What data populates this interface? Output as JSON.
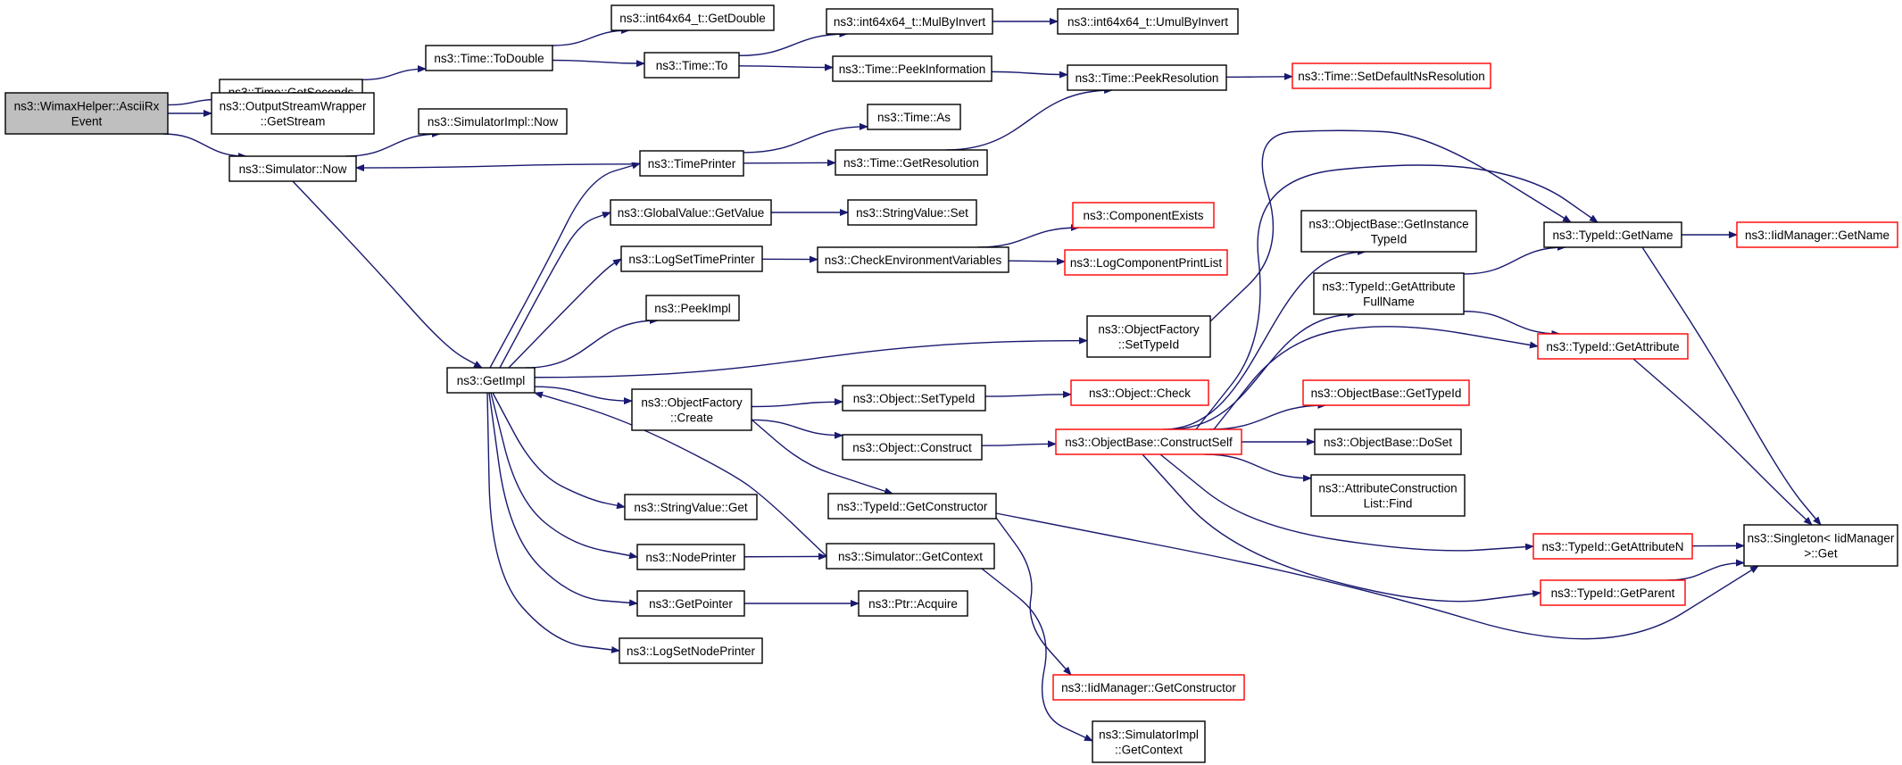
{
  "colors": {
    "edge": "#191970",
    "root_fill": "#bfbfbf",
    "node_fill": "#ffffff",
    "node_border": "#000000",
    "truncated_border": "#ff0000"
  },
  "nodes": [
    {
      "id": "root",
      "lines": [
        "ns3::WimaxHelper::AsciiRx",
        "Event"
      ],
      "style": "root"
    },
    {
      "id": "getseconds",
      "lines": [
        "ns3::Time::GetSeconds"
      ],
      "style": "normal"
    },
    {
      "id": "outputstream",
      "lines": [
        "ns3::OutputStreamWrapper",
        "::GetStream"
      ],
      "style": "normal"
    },
    {
      "id": "simnow",
      "lines": [
        "ns3::Simulator::Now"
      ],
      "style": "normal"
    },
    {
      "id": "todouble",
      "lines": [
        "ns3::Time::ToDouble"
      ],
      "style": "normal"
    },
    {
      "id": "simimplnow",
      "lines": [
        "ns3::SimulatorImpl::Now"
      ],
      "style": "normal"
    },
    {
      "id": "getdouble",
      "lines": [
        "ns3::int64x64_t::GetDouble"
      ],
      "style": "normal"
    },
    {
      "id": "timeto",
      "lines": [
        "ns3::Time::To"
      ],
      "style": "normal"
    },
    {
      "id": "mulbyinvert",
      "lines": [
        "ns3::int64x64_t::MulByInvert"
      ],
      "style": "normal"
    },
    {
      "id": "umulbyinvert",
      "lines": [
        "ns3::int64x64_t::UmulByInvert"
      ],
      "style": "normal"
    },
    {
      "id": "peekinformation",
      "lines": [
        "ns3::Time::PeekInformation"
      ],
      "style": "normal"
    },
    {
      "id": "peekresolution",
      "lines": [
        "ns3::Time::PeekResolution"
      ],
      "style": "normal"
    },
    {
      "id": "setdefaultns",
      "lines": [
        "ns3::Time::SetDefaultNsResolution"
      ],
      "style": "truncated"
    },
    {
      "id": "timeas",
      "lines": [
        "ns3::Time::As"
      ],
      "style": "normal"
    },
    {
      "id": "timeprinter",
      "lines": [
        "ns3::TimePrinter"
      ],
      "style": "normal"
    },
    {
      "id": "getresolution",
      "lines": [
        "ns3::Time::GetResolution"
      ],
      "style": "normal"
    },
    {
      "id": "gvgetvalue",
      "lines": [
        "ns3::GlobalValue::GetValue"
      ],
      "style": "normal"
    },
    {
      "id": "svset",
      "lines": [
        "ns3::StringValue::Set"
      ],
      "style": "normal"
    },
    {
      "id": "logsettimeprinter",
      "lines": [
        "ns3::LogSetTimePrinter"
      ],
      "style": "normal"
    },
    {
      "id": "checkenv",
      "lines": [
        "ns3::CheckEnvironmentVariables"
      ],
      "style": "normal"
    },
    {
      "id": "compexists",
      "lines": [
        "ns3::ComponentExists"
      ],
      "style": "truncated"
    },
    {
      "id": "logcompprint",
      "lines": [
        "ns3::LogComponentPrintList"
      ],
      "style": "truncated"
    },
    {
      "id": "peekimpl",
      "lines": [
        "ns3::PeekImpl"
      ],
      "style": "normal"
    },
    {
      "id": "getimpl",
      "lines": [
        "ns3::GetImpl"
      ],
      "style": "normal"
    },
    {
      "id": "ofsettypeid",
      "lines": [
        "ns3::ObjectFactory",
        "::SetTypeId"
      ],
      "style": "normal"
    },
    {
      "id": "obgetinstance",
      "lines": [
        "ns3::ObjectBase::GetInstance",
        "TypeId"
      ],
      "style": "normal"
    },
    {
      "id": "tidgetname",
      "lines": [
        "ns3::TypeId::GetName"
      ],
      "style": "normal"
    },
    {
      "id": "iidgetname",
      "lines": [
        "ns3::IidManager::GetName"
      ],
      "style": "truncated"
    },
    {
      "id": "tidgetattrfull",
      "lines": [
        "ns3::TypeId::GetAttribute",
        "FullName"
      ],
      "style": "normal"
    },
    {
      "id": "tidgetattr",
      "lines": [
        "ns3::TypeId::GetAttribute"
      ],
      "style": "truncated"
    },
    {
      "id": "ofcreate",
      "lines": [
        "ns3::ObjectFactory",
        "::Create"
      ],
      "style": "normal"
    },
    {
      "id": "objsettypeid",
      "lines": [
        "ns3::Object::SetTypeId"
      ],
      "style": "normal"
    },
    {
      "id": "objcheck",
      "lines": [
        "ns3::Object::Check"
      ],
      "style": "truncated"
    },
    {
      "id": "obgettypeid",
      "lines": [
        "ns3::ObjectBase::GetTypeId"
      ],
      "style": "truncated"
    },
    {
      "id": "objconstruct",
      "lines": [
        "ns3::Object::Construct"
      ],
      "style": "normal"
    },
    {
      "id": "obconstructself",
      "lines": [
        "ns3::ObjectBase::ConstructSelf"
      ],
      "style": "truncated"
    },
    {
      "id": "obdoset",
      "lines": [
        "ns3::ObjectBase::DoSet"
      ],
      "style": "normal"
    },
    {
      "id": "attrconstfind",
      "lines": [
        "ns3::AttributeConstruction",
        "List::Find"
      ],
      "style": "normal"
    },
    {
      "id": "svget",
      "lines": [
        "ns3::StringValue::Get"
      ],
      "style": "normal"
    },
    {
      "id": "tidgetconstructor",
      "lines": [
        "ns3::TypeId::GetConstructor"
      ],
      "style": "normal"
    },
    {
      "id": "tidgetattrn",
      "lines": [
        "ns3::TypeId::GetAttributeN"
      ],
      "style": "truncated"
    },
    {
      "id": "singletonget",
      "lines": [
        "ns3::Singleton< IidManager",
        ">::Get"
      ],
      "style": "normal"
    },
    {
      "id": "nodeprinter",
      "lines": [
        "ns3::NodePrinter"
      ],
      "style": "normal"
    },
    {
      "id": "simgetcontext",
      "lines": [
        "ns3::Simulator::GetContext"
      ],
      "style": "normal"
    },
    {
      "id": "tidgetparent",
      "lines": [
        "ns3::TypeId::GetParent"
      ],
      "style": "truncated"
    },
    {
      "id": "getpointer",
      "lines": [
        "ns3::GetPointer"
      ],
      "style": "normal"
    },
    {
      "id": "ptracquire",
      "lines": [
        "ns3::Ptr::Acquire"
      ],
      "style": "normal"
    },
    {
      "id": "logsetnodeprinter",
      "lines": [
        "ns3::LogSetNodePrinter"
      ],
      "style": "normal"
    },
    {
      "id": "iidgetconstructor",
      "lines": [
        "ns3::IidManager::GetConstructor"
      ],
      "style": "truncated"
    },
    {
      "id": "simimplgetcontext",
      "lines": [
        "ns3::SimulatorImpl",
        "::GetContext"
      ],
      "style": "normal"
    }
  ],
  "edges": [
    [
      "root",
      "getseconds"
    ],
    [
      "root",
      "outputstream"
    ],
    [
      "root",
      "simnow"
    ],
    [
      "getseconds",
      "todouble"
    ],
    [
      "todouble",
      "getdouble"
    ],
    [
      "todouble",
      "timeto"
    ],
    [
      "timeto",
      "mulbyinvert"
    ],
    [
      "mulbyinvert",
      "umulbyinvert"
    ],
    [
      "timeto",
      "peekinformation"
    ],
    [
      "peekinformation",
      "peekresolution"
    ],
    [
      "peekresolution",
      "setdefaultns"
    ],
    [
      "simnow",
      "simimplnow"
    ],
    [
      "simnow",
      "getimpl"
    ],
    [
      "timeprinter",
      "simnow"
    ],
    [
      "timeprinter",
      "timeas"
    ],
    [
      "timeprinter",
      "getresolution"
    ],
    [
      "getresolution",
      "peekresolution"
    ],
    [
      "getimpl",
      "timeprinter"
    ],
    [
      "getimpl",
      "gvgetvalue"
    ],
    [
      "gvgetvalue",
      "svset"
    ],
    [
      "getimpl",
      "logsettimeprinter"
    ],
    [
      "logsettimeprinter",
      "checkenv"
    ],
    [
      "checkenv",
      "compexists"
    ],
    [
      "checkenv",
      "logcompprint"
    ],
    [
      "getimpl",
      "peekimpl"
    ],
    [
      "getimpl",
      "ofsettypeid"
    ],
    [
      "ofsettypeid",
      "tidgetname"
    ],
    [
      "tidgetname",
      "iidgetname"
    ],
    [
      "tidgetname",
      "singletonget"
    ],
    [
      "tidgetattrfull",
      "tidgetname"
    ],
    [
      "tidgetattrfull",
      "tidgetattr"
    ],
    [
      "tidgetattr",
      "singletonget"
    ],
    [
      "getimpl",
      "ofcreate"
    ],
    [
      "ofcreate",
      "objsettypeid"
    ],
    [
      "objsettypeid",
      "objcheck"
    ],
    [
      "ofcreate",
      "objconstruct"
    ],
    [
      "ofcreate",
      "tidgetconstructor"
    ],
    [
      "objconstruct",
      "obconstructself"
    ],
    [
      "obconstructself",
      "obgetinstance"
    ],
    [
      "obconstructself",
      "tidgetattrfull"
    ],
    [
      "obconstructself",
      "tidgetattr"
    ],
    [
      "obconstructself",
      "obgettypeid"
    ],
    [
      "obconstructself",
      "obdoset"
    ],
    [
      "obconstructself",
      "attrconstfind"
    ],
    [
      "obconstructself",
      "tidgetattrn"
    ],
    [
      "obconstructself",
      "tidgetparent"
    ],
    [
      "obconstructself",
      "tidgetname"
    ],
    [
      "tidgetattrn",
      "singletonget"
    ],
    [
      "tidgetparent",
      "singletonget"
    ],
    [
      "tidgetconstructor",
      "iidgetconstructor"
    ],
    [
      "tidgetconstructor",
      "singletonget"
    ],
    [
      "getimpl",
      "svget"
    ],
    [
      "getimpl",
      "nodeprinter"
    ],
    [
      "nodeprinter",
      "simgetcontext"
    ],
    [
      "simgetcontext",
      "getimpl"
    ],
    [
      "simgetcontext",
      "simimplgetcontext"
    ],
    [
      "getimpl",
      "getpointer"
    ],
    [
      "getpointer",
      "ptracquire"
    ],
    [
      "getimpl",
      "logsetnodeprinter"
    ]
  ]
}
